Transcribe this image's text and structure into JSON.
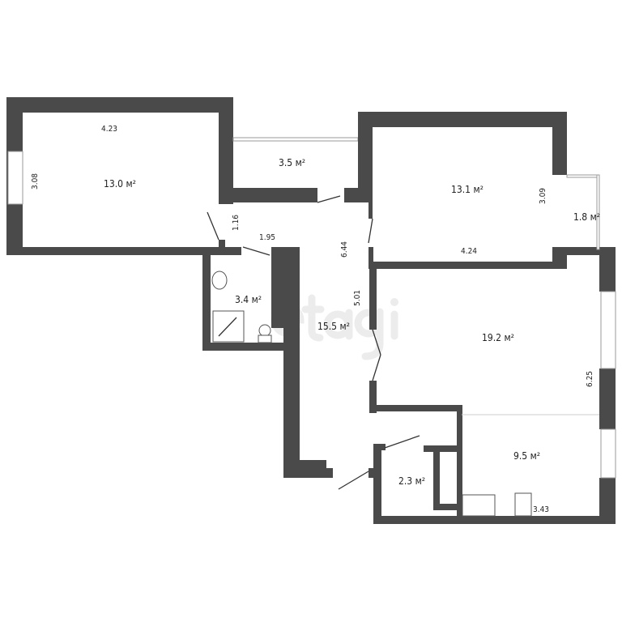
{
  "watermark": "etagi",
  "colors": {
    "wall": "#4a4a4a",
    "background": "#ffffff"
  },
  "rooms": [
    {
      "id": "bedroom-left",
      "area": "13.0 м²",
      "dims": [
        "4.23",
        "3.08"
      ]
    },
    {
      "id": "balcony-top",
      "area": "3.5 м²",
      "dims": []
    },
    {
      "id": "bedroom-right",
      "area": "13.1 м²",
      "dims": [
        "4.24",
        "3.09"
      ]
    },
    {
      "id": "balcony-small",
      "area": "1.8 м²",
      "dims": []
    },
    {
      "id": "bathroom",
      "area": "3.4 м²",
      "dims": []
    },
    {
      "id": "hallway",
      "area": "15.5 м²",
      "dims": [
        "1.16",
        "1.95",
        "6.44",
        "5.01"
      ]
    },
    {
      "id": "living-room",
      "area": "19.2 м²",
      "dims": [
        "6.25"
      ]
    },
    {
      "id": "kitchen",
      "area": "9.5 м²",
      "dims": [
        "3.43"
      ]
    },
    {
      "id": "storage",
      "area": "2.3 м²",
      "dims": []
    }
  ]
}
